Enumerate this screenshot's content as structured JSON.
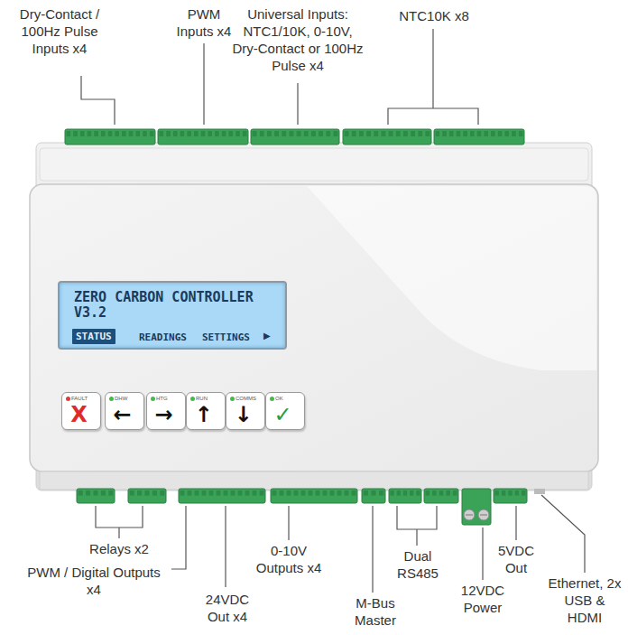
{
  "diagram": {
    "nodes": [
      {
        "text": [
          "ZERO CARBON CONTROLLER V3.2",
          "READINGS",
          "SETTINGS",
          "▶"
        ]
      },
      {
        "text": [
          "STATUS"
        ],
        "in": 0
      },
      {
        "text": [
          "FAULT",
          "X"
        ]
      },
      {
        "text": [
          "DHW",
          "←"
        ]
      },
      {
        "text": [
          "HTG",
          "→"
        ]
      },
      {
        "text": [
          "RUN",
          "↑"
        ]
      },
      {
        "text": [
          "COMMS",
          "↓"
        ]
      },
      {
        "text": [
          "OK",
          "✓"
        ]
      }
    ],
    "labels": [
      "Dry-Contact / 100Hz Pulse Inputs x4",
      "PWM Inputs x4",
      "Universal Inputs: NTC1/10K, 0-10V, Dry-Contact or 100Hz Pulse x4",
      "NTC10K x8",
      "Relays x2",
      "PWM / Digital Outputs x4",
      "24VDC Out x4",
      "0-10V Outputs x4",
      "M-Bus Master",
      "Dual RS485",
      "12VDC Power",
      "5VDC Out",
      "Ethernet, 2x USB & HDMI"
    ]
  }
}
